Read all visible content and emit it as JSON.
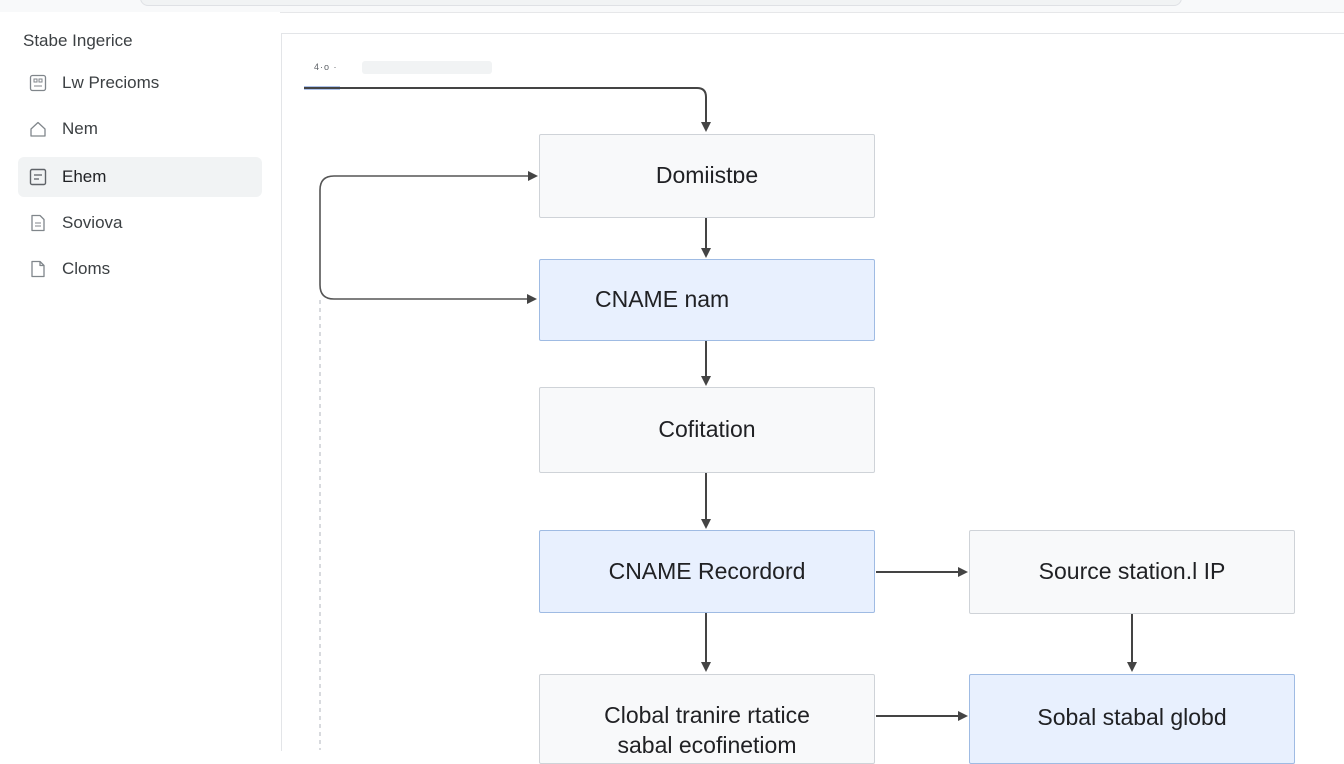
{
  "sidebar": {
    "title": "Stabe Ingerice",
    "items": [
      {
        "label": "Lw Precioms",
        "icon": "grid-icon"
      },
      {
        "label": "Nem",
        "icon": "home-icon"
      },
      {
        "label": "Ehem",
        "icon": "list-icon",
        "active": true
      },
      {
        "label": "Soviova",
        "icon": "document-icon"
      },
      {
        "label": "Cloms",
        "icon": "file-icon"
      }
    ]
  },
  "toolbar": {
    "text": "4·o ·"
  },
  "flow": {
    "nodes": {
      "domain": "Domiistɒe",
      "cname_name": "CNAME nam",
      "cofitation": "Cofitation",
      "cname_record": "CNAME Recordord",
      "source_ip": "Source station.l IP",
      "global_line1": "Clobal tranire rtatice",
      "global_line2": "sabal ecofinetiom",
      "sobal": "Sobal stabal globd"
    }
  },
  "colors": {
    "node_default": "#f8f9fa",
    "node_highlight": "#e8f0fe",
    "node_highlight_border": "#9fbbe3",
    "arrow": "#444444",
    "accent": "#5b86d6"
  }
}
